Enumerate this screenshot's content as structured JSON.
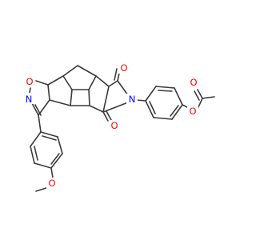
{
  "molecule": {
    "atoms": {
      "isoxazoline_o": "O",
      "isoxazoline_n": "N",
      "imide_n": "N",
      "imide_carbonyl_o_top": "O",
      "imide_carbonyl_o_bottom": "O",
      "ester_o": "O",
      "acetyl_carbonyl_o": "O",
      "methoxy_o": "O"
    },
    "colors": {
      "bond": "#3a3a3a",
      "oxygen": "#ff0000",
      "nitrogen": "#0000ff",
      "background": "#ffffff"
    }
  }
}
